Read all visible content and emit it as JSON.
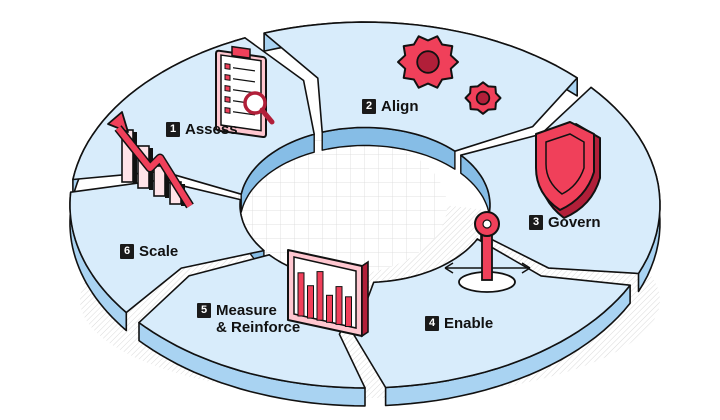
{
  "diagram": {
    "steps": [
      {
        "number": "1",
        "label": "Assess",
        "icon": "clipboard-magnifier-icon"
      },
      {
        "number": "2",
        "label": "Align",
        "icon": "gears-icon"
      },
      {
        "number": "3",
        "label": "Govern",
        "icon": "shield-icon"
      },
      {
        "number": "4",
        "label": "Enable",
        "icon": "key-joystick-icon"
      },
      {
        "number": "5",
        "label": "Measure\n& Reinforce",
        "icon": "bar-chart-monitor-icon"
      },
      {
        "number": "6",
        "label": "Scale",
        "icon": "growth-arrow-chart-icon"
      }
    ]
  },
  "colors": {
    "segment_top": "#d8ecfb",
    "segment_side": "#a9d3f2",
    "segment_side_dark": "#86bde6",
    "outline": "#111111",
    "accent": "#f0405a",
    "accent_dark": "#b11f39",
    "accent_light": "#ffc7d0",
    "grid": "#d9d9d9",
    "shadow": "#e4e4e4"
  }
}
